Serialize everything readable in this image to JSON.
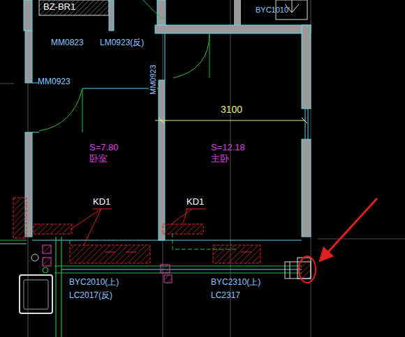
{
  "diagram": {
    "labels": [
      "BZ-BR1",
      "BYC1010'",
      "MM0823",
      "LM0923(反)",
      "MM0923",
      "MM0923",
      "3100",
      "S=7.80",
      "卧室",
      "S=12.18",
      "主卧",
      "KD1",
      "KD1",
      "BYC2010(上)",
      "LC2017(反)",
      "BYC2310(上)",
      "LC2317"
    ]
  }
}
